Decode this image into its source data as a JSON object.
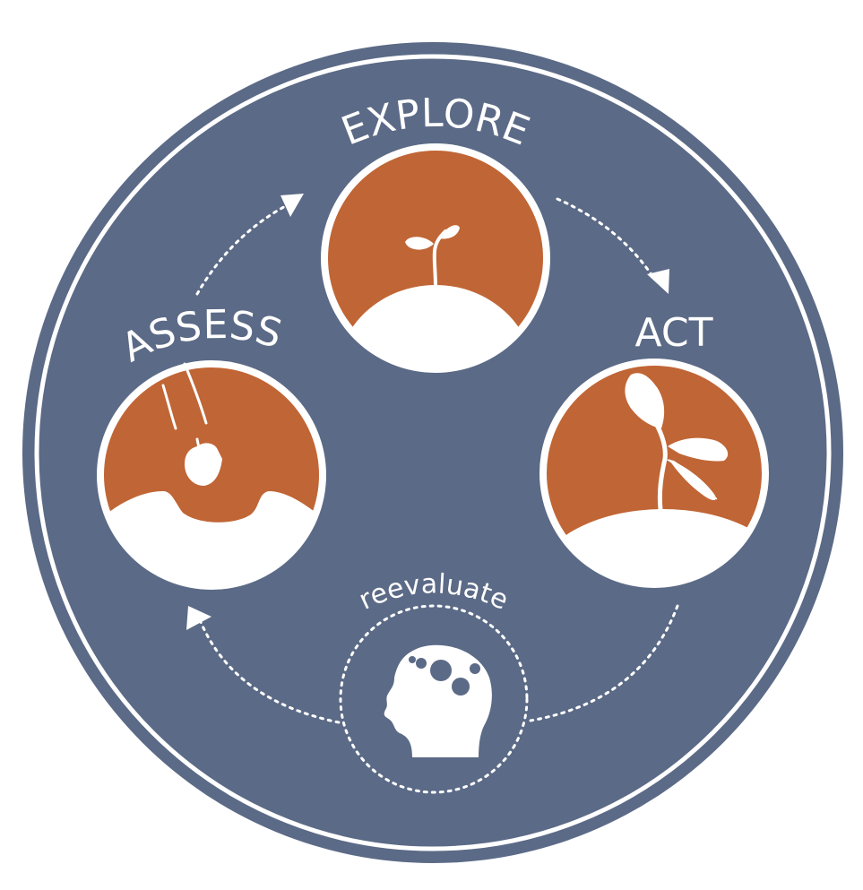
{
  "colors": {
    "outer_ring": "#5b6a86",
    "stage_fill": "#c06535",
    "white": "#ffffff"
  },
  "stages": {
    "explore": {
      "label": "EXPLORE",
      "icon": "sprout-icon"
    },
    "act": {
      "label": "ACT",
      "icon": "oak-sapling-icon"
    },
    "assess": {
      "label": "ASSESS",
      "icon": "acorn-icon"
    }
  },
  "reevaluate": {
    "label": "reevaluate",
    "icon": "head-with-gears-icon"
  }
}
